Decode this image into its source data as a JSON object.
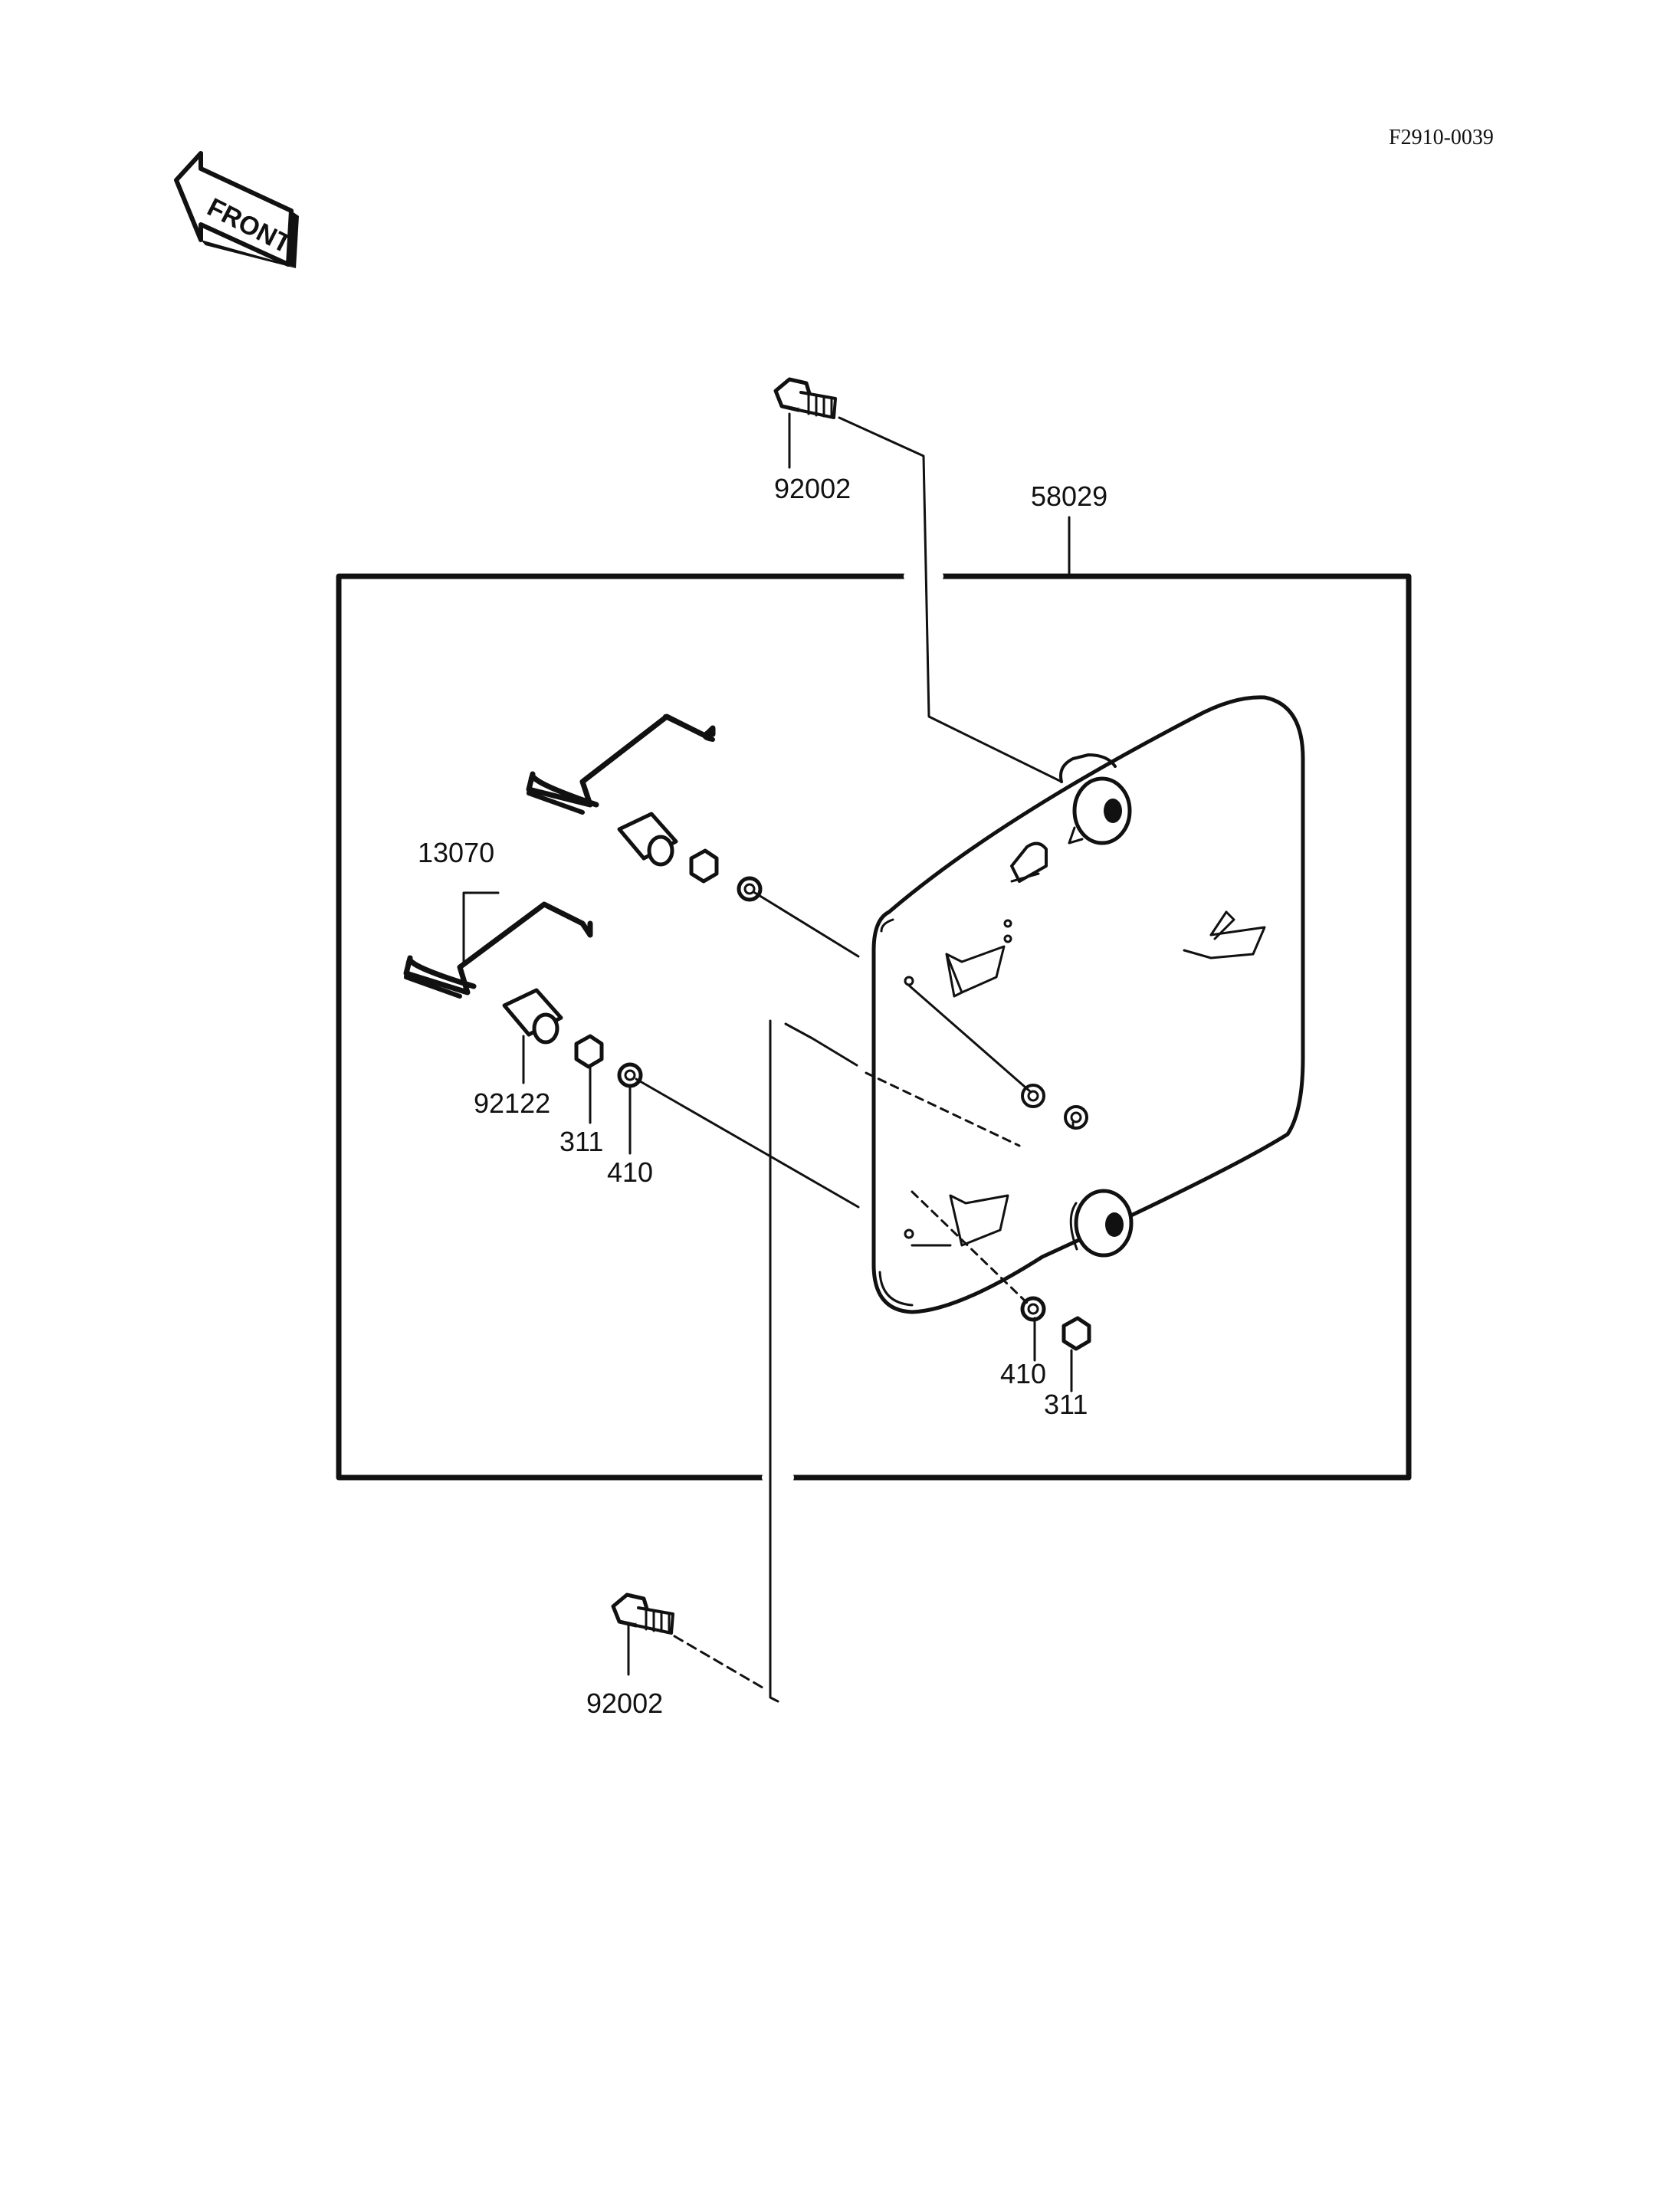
{
  "diagram": {
    "reference_code": "F2910-0039",
    "front_arrow_label": "FRONT",
    "callouts": {
      "bolt_top": "92002",
      "plate_assembly": "58029",
      "bracket": "13070",
      "collar": "92122",
      "nut_left": "311",
      "washer_left": "410",
      "washer_right": "410",
      "nut_right": "311",
      "bolt_bottom": "92002"
    }
  }
}
